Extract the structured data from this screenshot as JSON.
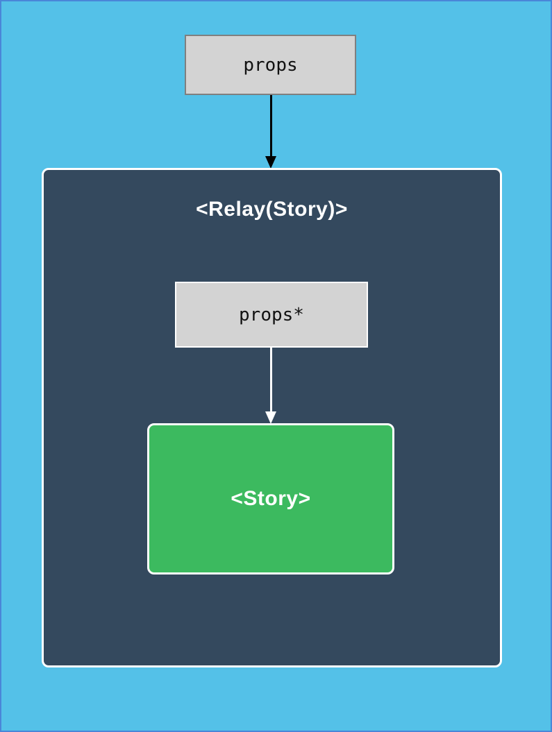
{
  "nodes": {
    "props": {
      "label": "props"
    },
    "relay": {
      "title": "<Relay(Story)>"
    },
    "inner_props": {
      "label": "props*"
    },
    "story": {
      "label": "<Story>"
    }
  },
  "colors": {
    "background": "#54c1e8",
    "page_border": "#4a86d8",
    "container_fill": "#34495e",
    "container_border": "#ffffff",
    "props_fill": "#d3d3d3",
    "props_border": "#7f7f7f",
    "story_fill": "#3cba5f",
    "arrow_outer": "#000000",
    "arrow_inner": "#ffffff",
    "text_dark": "#111111",
    "text_light": "#ffffff"
  }
}
